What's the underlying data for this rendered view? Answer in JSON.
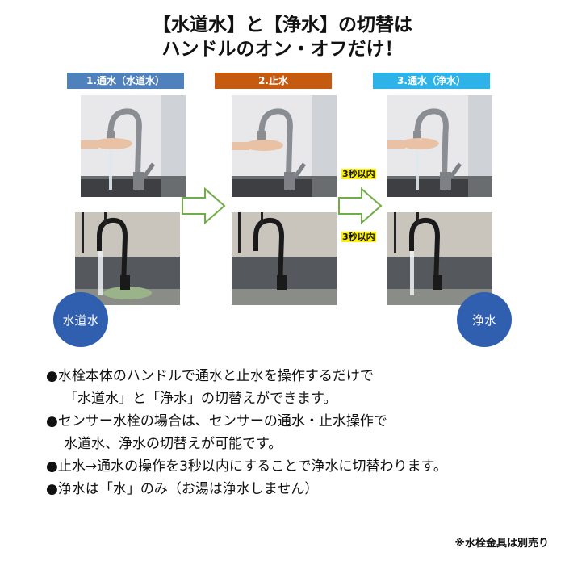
{
  "title": {
    "line1": "【水道水】と【浄水】の切替は",
    "line2": "ハンドルのオン・オフだけ！"
  },
  "steps": [
    {
      "label": "1.通水（水道水）",
      "color": "#4f81bd"
    },
    {
      "label": "2.止水",
      "color": "#c55a11"
    },
    {
      "label": "3.通水（浄水）",
      "color": "#2eb3e8"
    }
  ],
  "timing": {
    "top": "3秒以内",
    "bottom": "3秒以内"
  },
  "circles": {
    "left": "水道水",
    "right": "浄水"
  },
  "bullets": [
    "●水栓本体のハンドルで通水と止水を操作するだけで",
    "「水道水」と「浄水」の切替えができます。",
    "●センサー水栓の場合は、センサーの通水・止水操作で",
    "水道水、浄水の切替えが可能です。",
    "●止水→通水の操作を3秒以内にすることで浄水に切替わります。",
    "●浄水は「水」のみ（お湯は浄水しません）"
  ],
  "note": "※水栓金具は別売り",
  "colors": {
    "arrow_outline": "#70ad47",
    "circle": "#2f5fae",
    "highlight": "#fff200"
  }
}
